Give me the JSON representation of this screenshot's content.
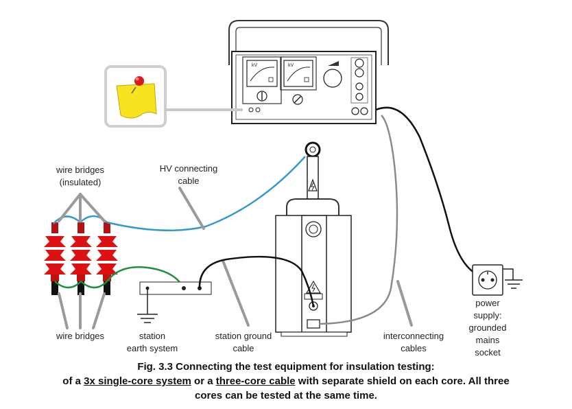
{
  "labels": {
    "wire_bridges_insulated_1": "wire bridges",
    "wire_bridges_insulated_2": "(insulated)",
    "hv_cable_1": "HV connecting",
    "hv_cable_2": "cable",
    "wire_bridges": "wire bridges",
    "station_earth_1": "station",
    "station_earth_2": "earth system",
    "station_ground_1": "station ground",
    "station_ground_2": "cable",
    "interconnecting_1": "interconnecting",
    "interconnecting_2": "cables",
    "power_1": "power",
    "power_2": "supply:",
    "power_3": "grounded",
    "power_4": "mains",
    "power_5": "socket"
  },
  "device_panel": {
    "meter1_unit": "kV",
    "meter2_unit": "kV"
  },
  "caption": {
    "line1": "Fig. 3.3 Connecting the test equipment for insulation testing:",
    "line2_a": "of a ",
    "line2_u1": "3x single-core system",
    "line2_b": " or a ",
    "line2_u2": "three-core cable",
    "line2_c": " with separate shield on each core. All three",
    "line3": "cores can be tested at the same time."
  },
  "colors": {
    "hv_cable": "#3399cc",
    "green_wire": "#1e8f3a",
    "insulator_red": "#dd1111",
    "sticky_note": "#f7e41e",
    "pin_red": "#d81b1b",
    "note_frame": "#d8d8d8"
  },
  "icons": [
    "sticky-note-icon",
    "pushpin-icon",
    "high-voltage-warning-icon",
    "ground-symbol-icon",
    "socket-icon"
  ]
}
